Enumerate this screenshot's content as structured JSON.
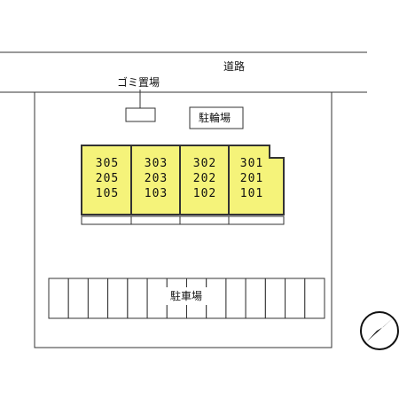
{
  "labels": {
    "road": "道路",
    "garbage": "ゴミ置場",
    "bicycle_parking": "駐輪場",
    "car_parking": "駐車場"
  },
  "colors": {
    "unit_fill": "#f5f37a",
    "line": "#333333",
    "compass": "#111111"
  },
  "units": [
    [
      "305",
      "205",
      "105"
    ],
    [
      "303",
      "203",
      "103"
    ],
    [
      "302",
      "202",
      "102"
    ],
    [
      "301",
      "201",
      "101"
    ]
  ],
  "parking_spaces": 14,
  "compass_icon": "north-arrow-icon"
}
